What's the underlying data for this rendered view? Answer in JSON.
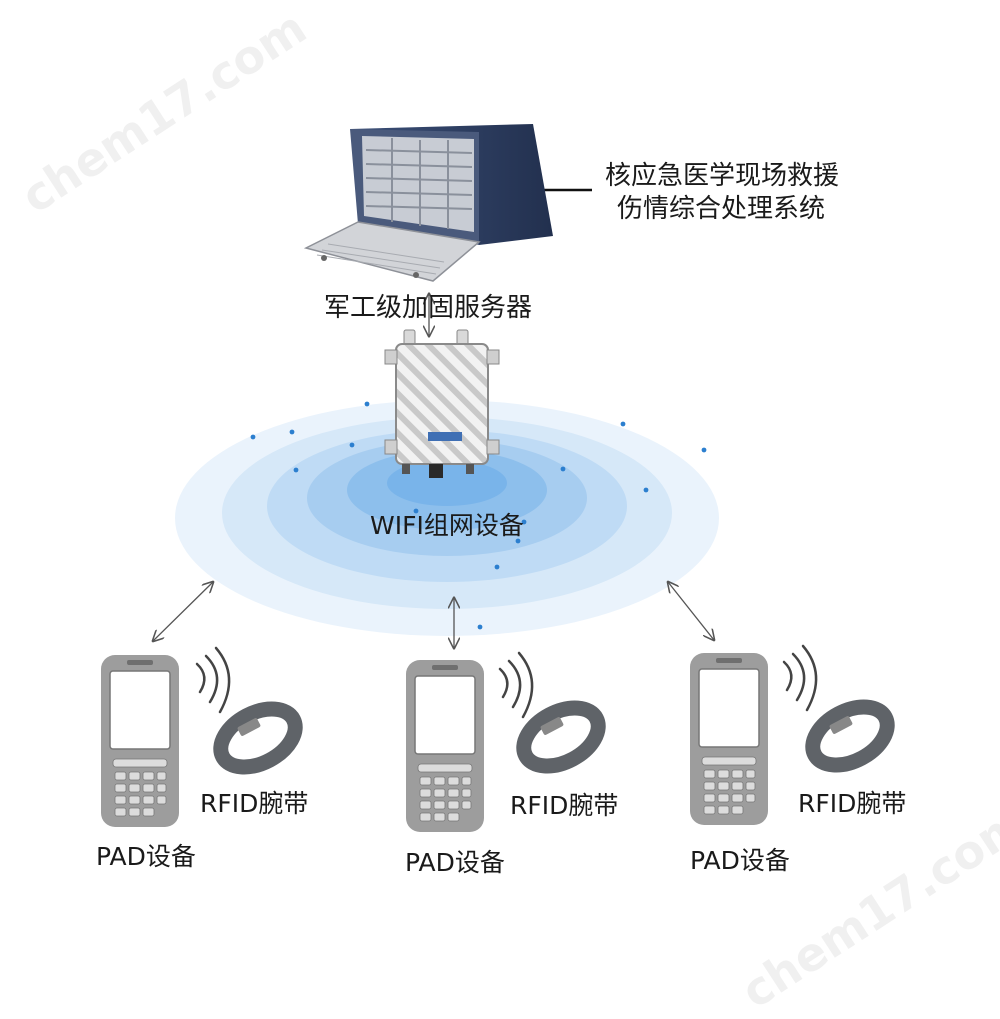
{
  "watermarks": [
    "chem17.com",
    "chem17.com"
  ],
  "server": {
    "label": "军工级加固服务器",
    "system_line1": "核应急医学现场救援",
    "system_line2": "伤情综合处理系统"
  },
  "wifi": {
    "label": "WIFI组网设备"
  },
  "terminals": [
    {
      "pad_label": "PAD设备",
      "band_label": "RFID腕带"
    },
    {
      "pad_label": "PAD设备",
      "band_label": "RFID腕带"
    },
    {
      "pad_label": "PAD设备",
      "band_label": "RFID腕带"
    }
  ],
  "colors": {
    "server_body": "#2a3a5c",
    "signal_blue": "#3f8ee0",
    "device_gray": "#9a9a9a",
    "band_gray": "#666a70"
  }
}
